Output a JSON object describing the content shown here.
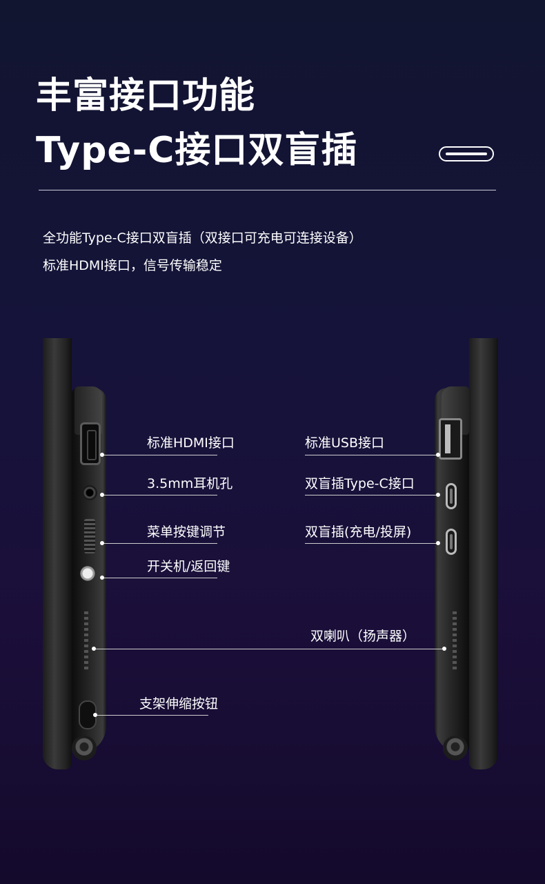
{
  "heading": {
    "line1": "丰富接口功能",
    "line2": "Type-C接口双盲插"
  },
  "description": {
    "line1": "全功能Type-C接口双盲插（双接口可充电可连接设备）",
    "line2": "标准HDMI接口，信号传输稳定"
  },
  "callouts": {
    "hdmi": "标准HDMI接口",
    "audio": "3.5mm耳机孔",
    "menu": "菜单按键调节",
    "power": "开关机/返回键",
    "usb": "标准USB接口",
    "typec": "双盲插Type-C接口",
    "typec_charge": "双盲插(充电/投屏)",
    "speaker": "双喇叭（扬声器）",
    "stand": "支架伸缩按钮"
  }
}
